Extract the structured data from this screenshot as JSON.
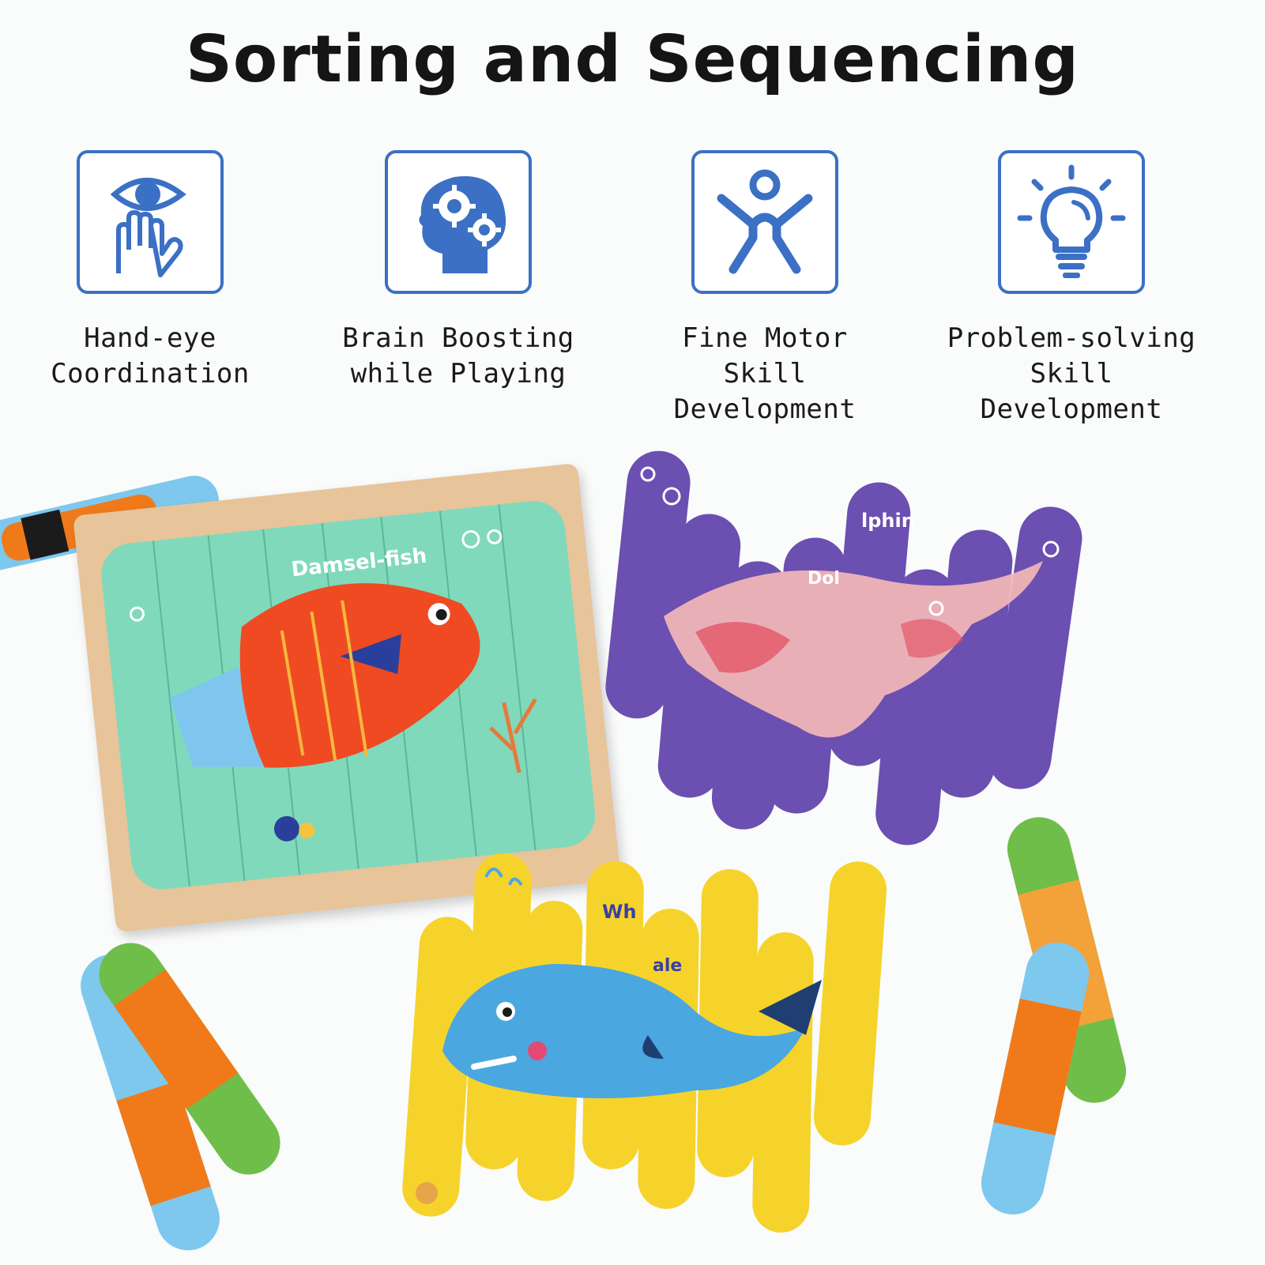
{
  "title": "Sorting and Sequencing",
  "features": [
    {
      "icon": "hand-eye-icon",
      "label_line1": "Hand-eye",
      "label_line2": "Coordination",
      "label_line3": ""
    },
    {
      "icon": "brain-gears-icon",
      "label_line1": "Brain Boosting",
      "label_line2": "while Playing",
      "label_line3": ""
    },
    {
      "icon": "person-stretch-icon",
      "label_line1": "Fine Motor",
      "label_line2": "Skill",
      "label_line3": "Development"
    },
    {
      "icon": "lightbulb-icon",
      "label_line1": "Problem-solving",
      "label_line2": "Skill Development",
      "label_line3": ""
    }
  ],
  "puzzles": {
    "damsel": {
      "text": "Damsel-fish"
    },
    "dolphin": {
      "text_a": "lphin",
      "text_b": "Dol"
    },
    "whale": {
      "text_a": "Wh",
      "text_b": "ale"
    }
  },
  "colors": {
    "accent": "#3b70c4",
    "damsel_bg": "#80d9bb",
    "dolphin_bg": "#6b4fb1",
    "whale_bg": "#f6d32b",
    "sky_bg": "#7ec8ee",
    "green_bg": "#6fbe4a",
    "wood": "#e7c49a"
  }
}
